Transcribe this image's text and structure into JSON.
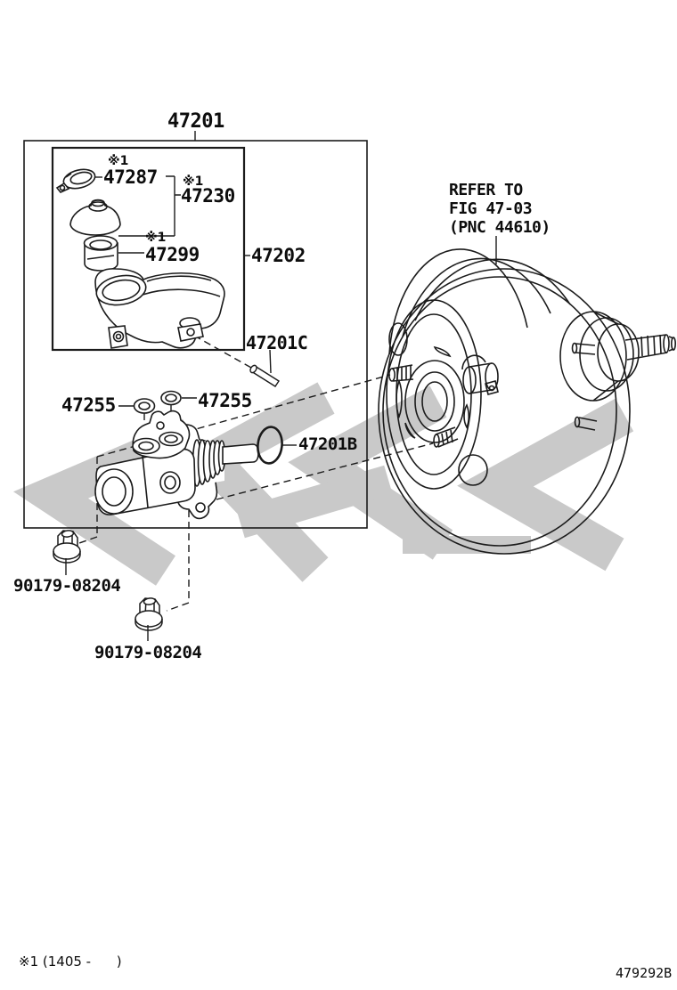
{
  "colors": {
    "line": "#1b1b1b",
    "watermark": "#c9c9c9",
    "text": "#0d0d0d",
    "background": "#ffffff"
  },
  "title": {
    "part_no": "47201"
  },
  "note_mark": "※1",
  "parts": {
    "cap": "47287",
    "cap_assy": "47230",
    "strainer": "47299",
    "reservoir": "47202",
    "pin": "47201C",
    "grommet_front": "47255",
    "grommet_rear": "47255",
    "o_ring": "47201B",
    "bolt_front": "90179-08204",
    "bolt_rear": "90179-08204"
  },
  "refer_note": {
    "line1": "REFER TO",
    "line2": "FIG 47-03",
    "line3": "(PNC 44610)"
  },
  "footer": {
    "note": "※1 (1405 -      )",
    "code": "479292B"
  }
}
